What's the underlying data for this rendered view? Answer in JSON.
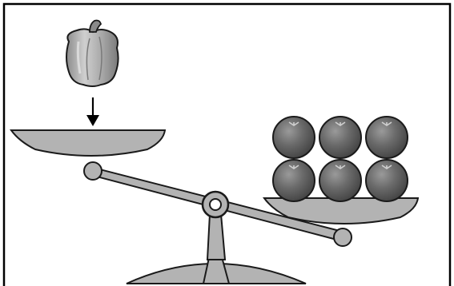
{
  "scene": {
    "colors": {
      "border": "#000000",
      "background": "#ffffff",
      "metal": "#b3b3b3",
      "metal_dark": "#8a8a8a",
      "pepper": "#a9a9a9",
      "pepper_highlight": "#d4d4d4",
      "tomato": "#5f5f5f",
      "tomato_highlight": "#9a9a9a",
      "outline": "#1a1a1a"
    },
    "left_pan": {
      "item": "bell-pepper",
      "count": 1,
      "arrow": "down-arrow"
    },
    "right_pan": {
      "item": "tomato",
      "count": 6,
      "rows": 2,
      "cols": 3
    },
    "beam_tilt": "left-side-up"
  }
}
